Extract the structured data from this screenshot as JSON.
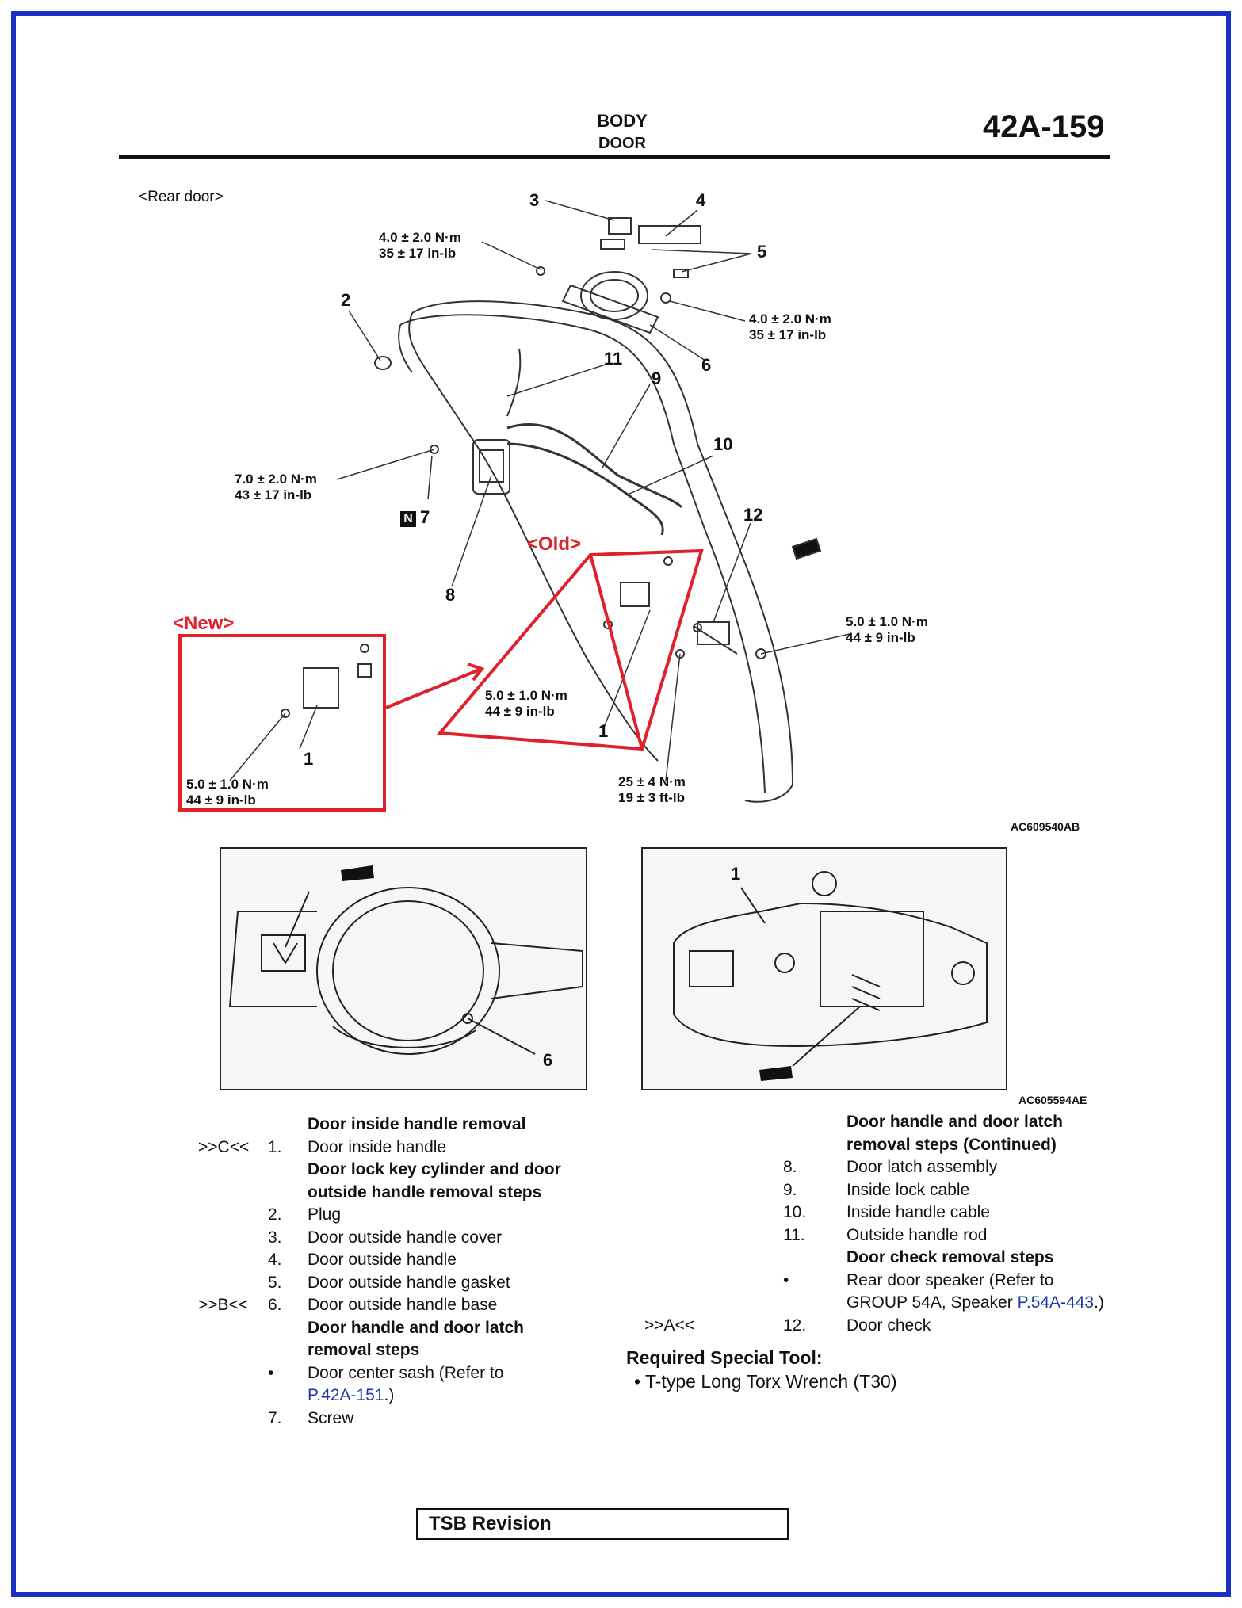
{
  "header": {
    "section": "BODY",
    "subsection": "DOOR",
    "page_number": "42A-159"
  },
  "diagram": {
    "subtitle": "<Rear door>",
    "figure_id_top": "AC609540AB",
    "figure_id_bottom": "AC605594AE",
    "old_label": "<Old>",
    "new_label": "<New>",
    "callouts": {
      "c1": "1",
      "c2": "2",
      "c3": "3",
      "c4": "4",
      "c5": "5",
      "c6": "6",
      "c7": "7",
      "c8": "8",
      "c9": "9",
      "c10": "10",
      "c11": "11",
      "c12": "12",
      "n_badge": "N"
    },
    "torques": {
      "t_top_l1": "4.0 ± 2.0 N·m",
      "t_top_l2": "35 ± 17 in-lb",
      "t_right_l1": "4.0 ± 2.0 N·m",
      "t_right_l2": "35 ± 17 in-lb",
      "t_latch_l1": "7.0 ± 2.0 N·m",
      "t_latch_l2": "43 ± 17 in-lb",
      "t_check_l1": "5.0 ± 1.0 N·m",
      "t_check_l2": "44 ± 9 in-lb",
      "t_old_l1": "5.0 ± 1.0 N·m",
      "t_old_l2": "44 ± 9 in-lb",
      "t_new_l1": "5.0 ± 1.0 N·m",
      "t_new_l2": "44 ± 9 in-lb",
      "t_bot_l1": "25 ± 4 N·m",
      "t_bot_l2": "19 ± 3 ft-lb"
    }
  },
  "left_column": [
    {
      "ref": "",
      "num": "",
      "text": "Door inside handle removal",
      "bold": true
    },
    {
      "ref": ">>C<<",
      "num": "1.",
      "text": "Door inside handle"
    },
    {
      "ref": "",
      "num": "",
      "text": "Door lock key cylinder and door",
      "bold": true
    },
    {
      "ref": "",
      "num": "",
      "text": "outside handle removal steps",
      "bold": true
    },
    {
      "ref": "",
      "num": "2.",
      "text": "Plug"
    },
    {
      "ref": "",
      "num": "3.",
      "text": "Door outside handle cover"
    },
    {
      "ref": "",
      "num": "4.",
      "text": "Door outside handle"
    },
    {
      "ref": "",
      "num": "5.",
      "text": "Door outside handle gasket"
    },
    {
      "ref": ">>B<<",
      "num": "6.",
      "text": "Door outside handle base"
    },
    {
      "ref": "",
      "num": "",
      "text": "Door handle and door latch",
      "bold": true
    },
    {
      "ref": "",
      "num": "",
      "text": "removal steps",
      "bold": true
    },
    {
      "ref": "",
      "num": "•",
      "text": "Door center sash (Refer to"
    },
    {
      "ref": "",
      "num": "",
      "text": "",
      "link": "P.42A-151",
      "after": ".)"
    },
    {
      "ref": "",
      "num": "7.",
      "text": "Screw"
    }
  ],
  "right_column": [
    {
      "ref": "",
      "num": "",
      "text": "Door handle and door latch",
      "bold": true
    },
    {
      "ref": "",
      "num": "",
      "text": "removal steps (Continued)",
      "bold": true
    },
    {
      "ref": "",
      "num": "8.",
      "text": "Door latch assembly"
    },
    {
      "ref": "",
      "num": "9.",
      "text": "Inside lock cable"
    },
    {
      "ref": "",
      "num": "10.",
      "text": "Inside handle cable"
    },
    {
      "ref": "",
      "num": "11.",
      "text": "Outside handle rod"
    },
    {
      "ref": "",
      "num": "",
      "text": "Door check removal steps",
      "bold": true
    },
    {
      "ref": "",
      "num": "•",
      "text": "Rear door speaker (Refer to"
    },
    {
      "ref": "",
      "num": "",
      "text": "GROUP 54A, Speaker ",
      "link": "P.54A-443",
      "after": ".)"
    },
    {
      "ref": ">>A<<",
      "num": "12.",
      "text": "Door check"
    }
  ],
  "special_tool": {
    "heading": "Required Special Tool:",
    "item": "• T-type Long Torx Wrench (T30)"
  },
  "footer": {
    "tsb": "TSB Revision"
  }
}
